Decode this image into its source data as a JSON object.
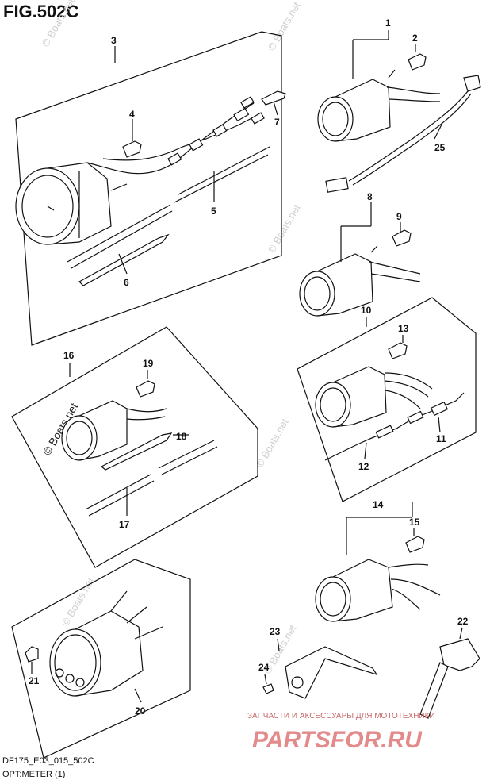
{
  "figure_title": "FIG.502C",
  "footer": {
    "code": "DF175_E03_015_502C",
    "caption": "OPT:METER (1)"
  },
  "watermarks": {
    "site": "© Boats.net",
    "shop_tagline": "ЗАПЧАСТИ И АКСЕССУАРЫ ДЛЯ МОТОТЕХНИКИ",
    "shop_brand": "PARTSFOR.RU"
  },
  "callouts": [
    "1",
    "2",
    "3",
    "4",
    "5",
    "6",
    "7",
    "8",
    "9",
    "10",
    "11",
    "12",
    "13",
    "14",
    "15",
    "16",
    "17",
    "18",
    "19",
    "20",
    "21",
    "22",
    "23",
    "24",
    "25"
  ]
}
